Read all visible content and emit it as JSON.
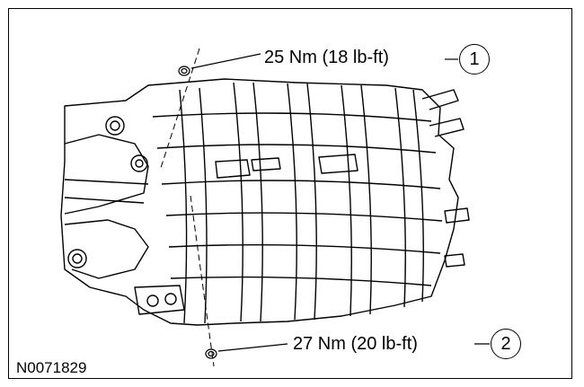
{
  "callouts": [
    {
      "label": "25 Nm (18 lb-ft)",
      "number": "1"
    },
    {
      "label": "27 Nm (20 lb-ft)",
      "number": "2"
    }
  ],
  "figure_id": "N0071829",
  "colors": {
    "line": "#000000",
    "fill": "#ffffff",
    "shade": "#d9d9d9"
  }
}
